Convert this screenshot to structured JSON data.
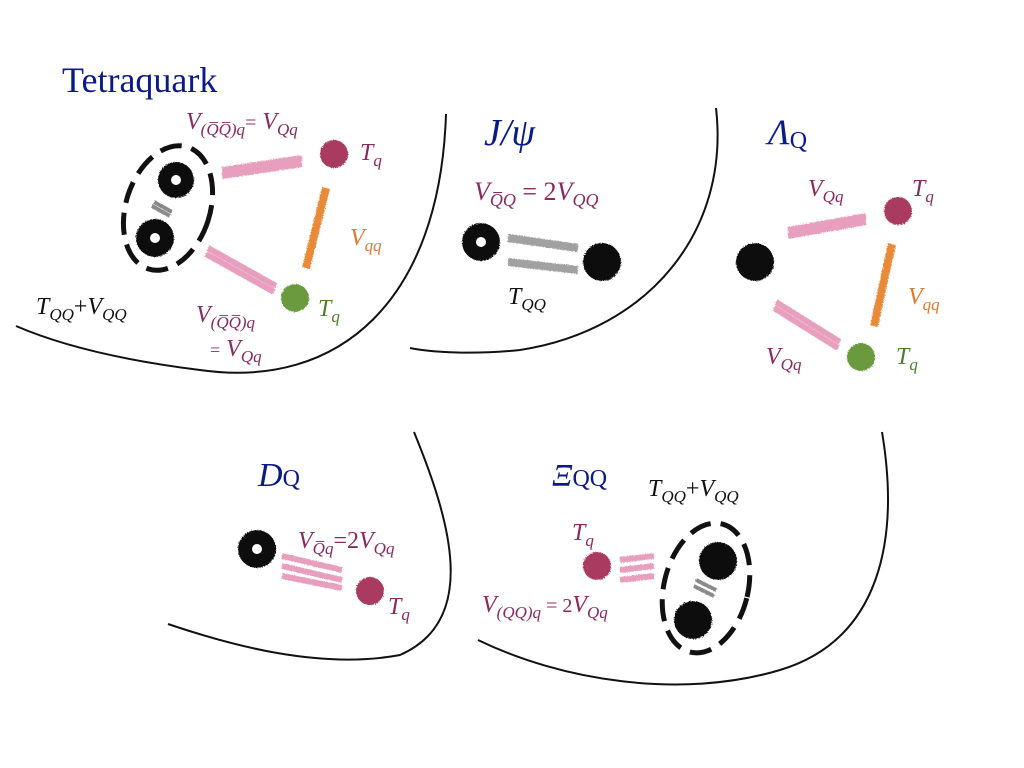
{
  "colors": {
    "title": "#0b1a87",
    "magenta_label": "#8a2a60",
    "antiquark_dot": "#a83a5e",
    "light_quark_green": "#6a9a3c",
    "pink_bond": "#e58fb2",
    "orange_bond": "#e67e22",
    "gray_bond": "#8a8a8a",
    "black": "#111111"
  },
  "panels": {
    "tetraquark": {
      "title": "Tetraquark",
      "top_interaction": {
        "V": "V",
        "sub_pair": "(Q̅Q̅)q",
        "eq": "=",
        "rhs_V": "V",
        "rhs_sub": "Qq"
      },
      "bottom_interaction": {
        "V": "V",
        "sub_pair": "(Q̅Q̅)q",
        "eq": "=",
        "rhs_V": "V",
        "rhs_sub": "Qq"
      },
      "vqq": {
        "V": "V",
        "sub": "qq"
      },
      "tq_top": {
        "T": "T",
        "sub": "q"
      },
      "tq_bottom": {
        "T": "T",
        "sub": "q"
      },
      "heavy_pair": {
        "T": "T",
        "T_sub": "QQ",
        "plus": "+",
        "V": "V",
        "V_sub": "QQ"
      }
    },
    "jpsi": {
      "title": "J/ψ",
      "interaction": {
        "V": "V",
        "sub": "Q̅Q",
        "eq": " = 2",
        "rhs_V": "V",
        "rhs_sub": "QQ"
      },
      "tqq": {
        "T": "T",
        "sub": "QQ"
      }
    },
    "lambda": {
      "title_greek": "Λ",
      "title_sub": "Q",
      "vqq_top": {
        "V": "V",
        "sub": "Qq"
      },
      "vqq_bottom": {
        "V": "V",
        "sub": "Qq"
      },
      "vqq_light": {
        "V": "V",
        "sub": "qq"
      },
      "tq_top": {
        "T": "T",
        "sub": "q"
      },
      "tq_bottom": {
        "T": "T",
        "sub": "q"
      }
    },
    "dmeson": {
      "title": "D",
      "title_sub": "Q",
      "interaction": {
        "V": "V",
        "sub": "Q̅q",
        "eq": "=2",
        "rhs_V": "V",
        "rhs_sub": "Qq"
      },
      "tq": {
        "T": "T",
        "sub": "q"
      }
    },
    "xi": {
      "title_greek": "Ξ",
      "title_sub": "QQ",
      "heavy_pair": {
        "T": "T",
        "T_sub": "QQ",
        "plus": "+",
        "V": "V",
        "V_sub": "QQ"
      },
      "tq": {
        "T": "T",
        "sub": "q"
      },
      "interaction": {
        "V": "V",
        "sub": "(QQ)q",
        "eq": " = 2",
        "rhs_V": "V",
        "rhs_sub": "Qq"
      }
    }
  }
}
